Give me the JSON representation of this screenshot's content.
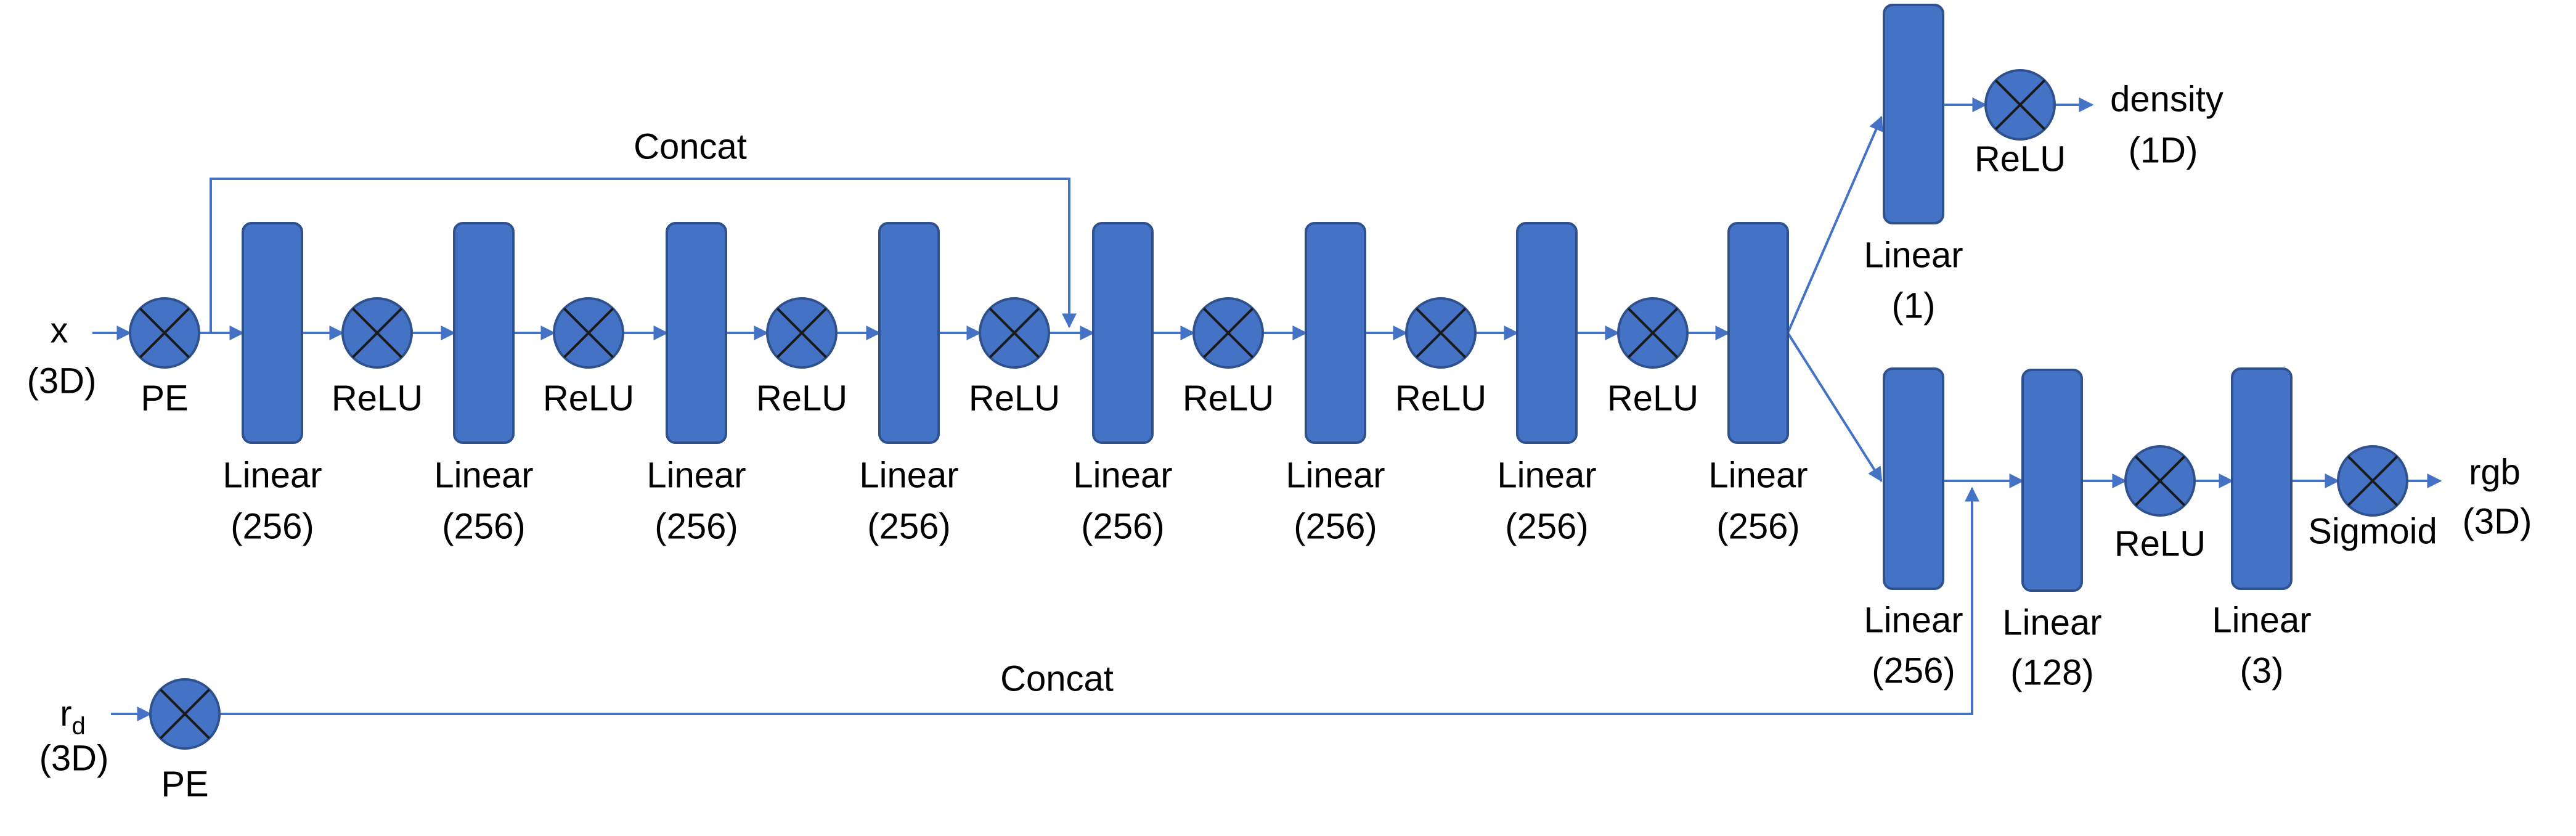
{
  "colors": {
    "block_fill": "#4472C4",
    "block_stroke": "#2F528F",
    "line": "#4472C4",
    "text": "#000000"
  },
  "inputs": {
    "x": {
      "label": "x",
      "dim": "(3D)"
    },
    "rd": {
      "label": "r",
      "sub": "d",
      "dim": "(3D)"
    }
  },
  "pe_label": "PE",
  "concat_label": "Concat",
  "activations": {
    "relu": "ReLU",
    "sigmoid": "Sigmoid",
    "op_icon": "multiply-circle-icon"
  },
  "trunk": [
    {
      "label": "Linear",
      "dim": "(256)"
    },
    {
      "label": "Linear",
      "dim": "(256)"
    },
    {
      "label": "Linear",
      "dim": "(256)"
    },
    {
      "label": "Linear",
      "dim": "(256)"
    },
    {
      "label": "Linear",
      "dim": "(256)"
    },
    {
      "label": "Linear",
      "dim": "(256)"
    },
    {
      "label": "Linear",
      "dim": "(256)"
    },
    {
      "label": "Linear",
      "dim": "(256)"
    }
  ],
  "density_head": {
    "layer": {
      "label": "Linear",
      "dim": "(1)"
    },
    "output": {
      "label": "density",
      "dim": "(1D)"
    }
  },
  "rgb_head": {
    "layers": [
      {
        "label": "Linear",
        "dim": "(256)"
      },
      {
        "label": "Linear",
        "dim": "(128)"
      },
      {
        "label": "Linear",
        "dim": "(3)"
      }
    ],
    "output": {
      "label": "rgb",
      "dim": "(3D)"
    }
  }
}
